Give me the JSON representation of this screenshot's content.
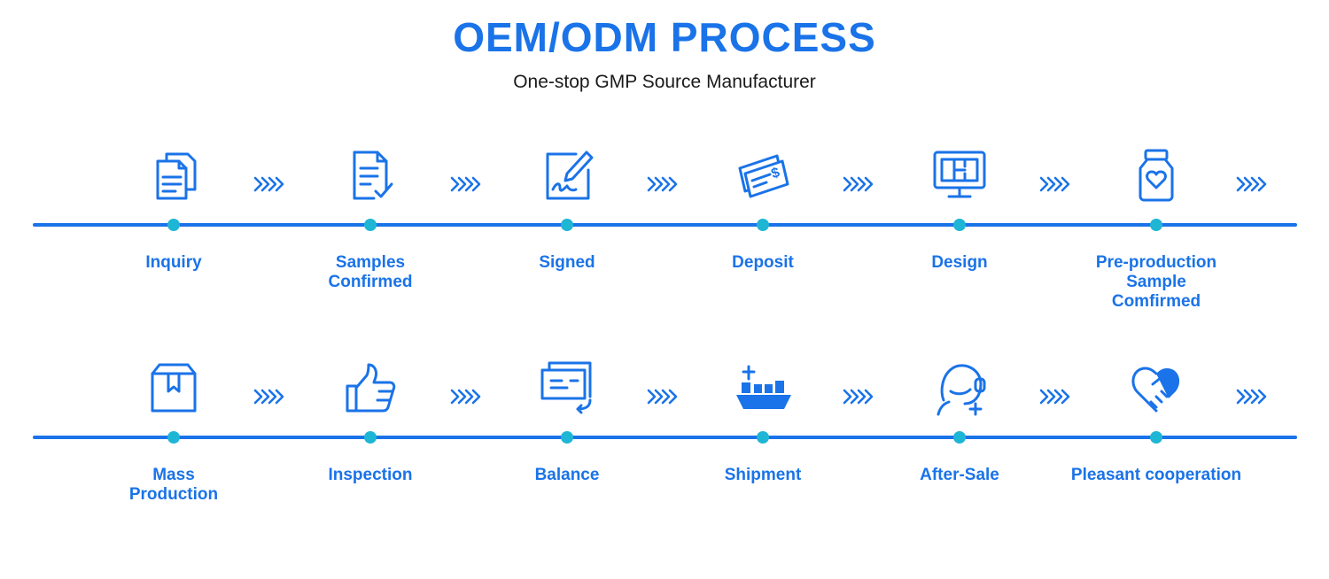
{
  "header": {
    "title": "OEM/ODM PROCESS",
    "subtitle": "One-stop GMP Source Manufacturer"
  },
  "colors": {
    "primary": "#1a73e8",
    "dot": "#1fb6d6",
    "chevron": "#1a73e8"
  },
  "rows": [
    {
      "steps": [
        {
          "label": "Inquiry",
          "icon": "documents-icon"
        },
        {
          "label": "Samples\nConfirmed",
          "icon": "checklist-document-icon"
        },
        {
          "label": "Signed",
          "icon": "signature-pen-icon"
        },
        {
          "label": "Deposit",
          "icon": "money-bills-icon"
        },
        {
          "label": "Design",
          "icon": "monitor-layout-icon"
        },
        {
          "label": "Pre-production\nSample\nComfirmed",
          "icon": "heart-jar-icon"
        }
      ]
    },
    {
      "steps": [
        {
          "label": "Mass\nProduction",
          "icon": "box-icon"
        },
        {
          "label": "Inspection",
          "icon": "thumbs-up-icon"
        },
        {
          "label": "Balance",
          "icon": "card-transfer-icon"
        },
        {
          "label": "Shipment",
          "icon": "cargo-ship-icon"
        },
        {
          "label": "After-Sale",
          "icon": "headset-support-icon"
        },
        {
          "label": "Pleasant cooperation",
          "icon": "handshake-heart-icon"
        }
      ]
    }
  ]
}
